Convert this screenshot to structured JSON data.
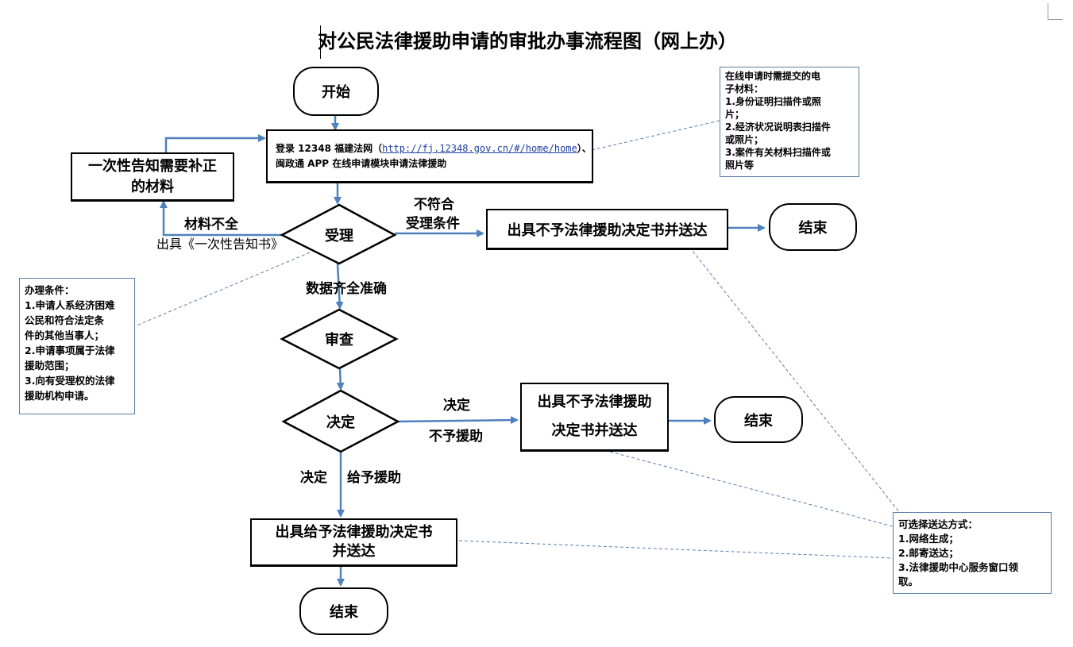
{
  "title": "对公民法律援助申请的审批办事流程图（网上办）",
  "start": "开始",
  "login": {
    "prefix": "登录 12348 福建法网（",
    "link": "http://fj.12348.gov.cn/#/home/home",
    "suffix": "）、",
    "line2": "闽政通 APP 在线申请模块申请法律援助"
  },
  "notify_box": [
    "一次性告知需要补正",
    "的材料"
  ],
  "acceptance": "受理",
  "review": "审查",
  "decision": "决定",
  "labels": {
    "incomplete": "材料不全",
    "issue_notice": "出具《一次性告知书》",
    "not_meet_1": "不符合",
    "not_meet_2": "受理条件",
    "data_complete": "数据齐全准确",
    "decide_1": "决定",
    "decide_2": "不予援助",
    "grant_1": "决定",
    "grant_2": "给予援助"
  },
  "reject_accept_box": "出具不予法律援助决定书并送达",
  "reject_decision_box": [
    "出具不予法律援助",
    "决定书并送达"
  ],
  "grant_box": [
    "出具给予法律援助决定书",
    "并送达"
  ],
  "end_label": "结束",
  "note_materials": [
    "在线申请时需提交的电",
    "子材料：",
    "1.身份证明扫描件或照",
    "片；",
    "2.经济状况说明表扫描件",
    "或照片；",
    "3.案件有关材料扫描件或",
    "照片等"
  ],
  "note_conditions": [
    "办理条件：",
    "1.申请人系经济困难",
    "公民和符合法定条",
    "件的其他当事人；",
    "2.申请事项属于法律",
    "援助范围；",
    "3.向有受理权的法律",
    "援助机构申请。"
  ],
  "note_delivery": [
    "可选择送达方式：",
    "1.网络生成；",
    "2.邮寄送达；",
    "3.法律援助中心服务窗口领",
    "取。"
  ],
  "colors": {
    "arrow": "#4f81bd",
    "note_border": "#5b7fa6",
    "dash": "#5b7fa6"
  }
}
